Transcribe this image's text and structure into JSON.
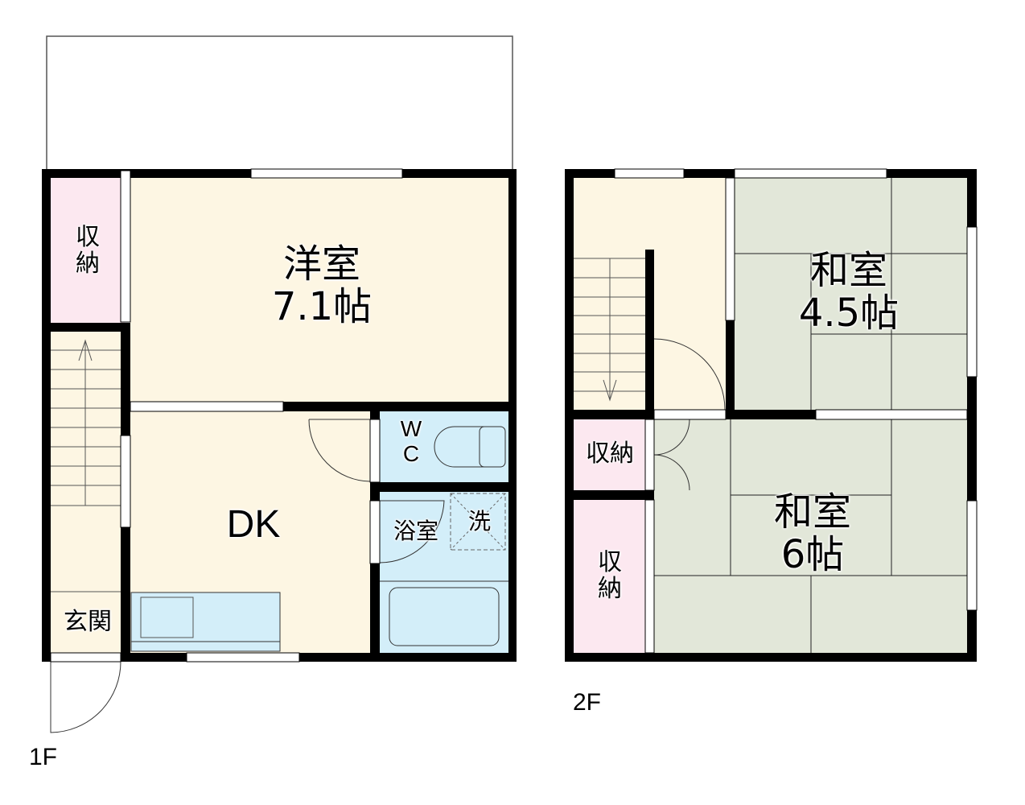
{
  "floors": [
    {
      "id": "1F",
      "label": "1F",
      "rooms": [
        {
          "name": "storage_1f",
          "label_line1": "収",
          "label_line2": "納",
          "color": "#fce8f0"
        },
        {
          "name": "western_room",
          "label_line1": "洋室",
          "label_line2": "7.1帖",
          "color": "#fdf6e3"
        },
        {
          "name": "dk",
          "label_line1": "DK",
          "color": "#fdf6e3"
        },
        {
          "name": "wc",
          "label_line1": "W",
          "label_line2": "C",
          "color": "#d3eef9"
        },
        {
          "name": "bathroom",
          "label_line1": "浴室",
          "color": "#d3eef9"
        },
        {
          "name": "washer",
          "label_line1": "洗",
          "color": "#d3eef9"
        },
        {
          "name": "entrance",
          "label_line1": "玄関",
          "color": "#fdf6e3"
        }
      ]
    },
    {
      "id": "2F",
      "label": "2F",
      "rooms": [
        {
          "name": "japanese_room_small",
          "label_line1": "和室",
          "label_line2": "4.5帖",
          "color": "#e2e7d9"
        },
        {
          "name": "japanese_room_large",
          "label_line1": "和室",
          "label_line2": "6帖",
          "color": "#e2e7d9"
        },
        {
          "name": "storage_2f_upper",
          "label_line1": "収納",
          "color": "#fce8f0"
        },
        {
          "name": "storage_2f_lower",
          "label_line1": "収",
          "label_line2": "納",
          "color": "#fce8f0"
        },
        {
          "name": "hall_2f",
          "color": "#fdf6e3"
        }
      ]
    }
  ],
  "colors": {
    "wall": "#000000",
    "balcony_line": "#555555"
  }
}
